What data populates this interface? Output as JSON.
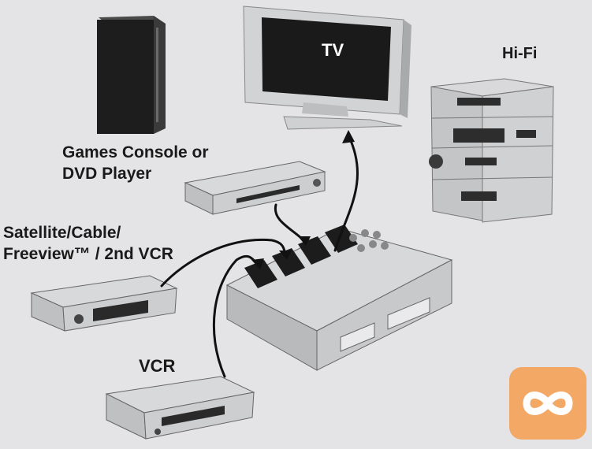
{
  "labels": {
    "tv": "TV",
    "hifi": "Hi-Fi",
    "games_line1": "Games Console or",
    "games_line2": "DVD Player",
    "satellite_line1": "Satellite/Cable/",
    "satellite_line2": "Freeview™ / 2nd VCR",
    "vcr": "VCR"
  },
  "colors": {
    "background": "#e4e4e6",
    "device_body": "#c9cacc",
    "device_dark": "#2a2a2a",
    "cable": "#111111",
    "logo": "#f3a866"
  },
  "icons": [
    "infinity-icon"
  ]
}
